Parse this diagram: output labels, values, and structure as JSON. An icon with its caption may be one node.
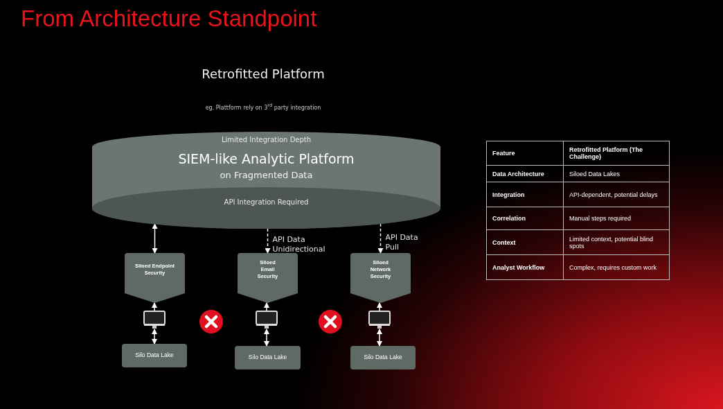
{
  "diagram": {
    "title": "From Architecture Standpoint",
    "nodes": [
      {
        "text": [
          "Limited Integration Depth",
          "SIEM-like Analytic Platform",
          "on Fragmented Data",
          "API Integration Required"
        ]
      },
      {
        "text": [
          "Siloed Endpoint Security"
        ]
      },
      {
        "text": [
          "Siloed Email Security"
        ]
      },
      {
        "text": [
          "Siloed Network Security"
        ]
      },
      {
        "text": [],
        "shape": "computer"
      },
      {
        "text": [],
        "shape": "computer"
      },
      {
        "text": [],
        "shape": "computer"
      },
      {
        "text": [
          "Silo Data Lake"
        ]
      },
      {
        "text": [
          "Silo Data Lake"
        ]
      },
      {
        "text": [
          "Silo Data Lake"
        ]
      }
    ],
    "edges": [
      {
        "from": 0,
        "to": 1,
        "arrow": "both"
      },
      {
        "from": 0,
        "to": 2,
        "arrow": "to",
        "label": "API Data Unidirectional",
        "style": "dashed"
      },
      {
        "from": 0,
        "to": 3,
        "arrow": "to",
        "label": "API Data Pull",
        "style": "dashed"
      },
      {
        "from": 4,
        "to": 1,
        "arrow": "to"
      },
      {
        "from": 4,
        "to": 7,
        "arrow": "both"
      },
      {
        "from": 5,
        "to": 2,
        "arrow": "to"
      },
      {
        "from": 5,
        "to": 8,
        "arrow": "both"
      },
      {
        "from": 6,
        "to": 3,
        "arrow": "to"
      },
      {
        "from": 6,
        "to": 9,
        "arrow": "both"
      }
    ],
    "labels": [
      "Retrofitted Platform",
      "eg. Plattform rely on 3$^{rd}$ party integration",
      "Feature",
      "Retrofitted Platform (The Challenge)",
      "Data Architecture",
      "Siloed Data Lakes",
      "Integration",
      "API-dependent, potential delays",
      "Correlation",
      "Manual steps required",
      "Context",
      "Limited context, potential blind spots",
      "Analyst Workflow",
      "Complex, requires custom work"
    ]
  }
}
